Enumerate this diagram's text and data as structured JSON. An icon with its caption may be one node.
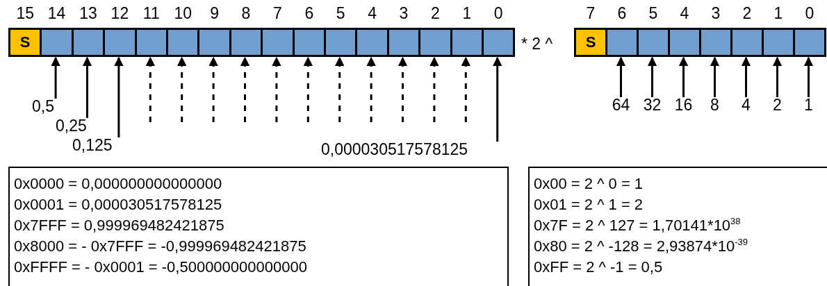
{
  "diagram": {
    "nodes": [
      {
        "text": [
          "S"
        ],
        "beside": [
          "15"
        ]
      },
      {
        "text": [],
        "shape": "box",
        "beside": [
          "14"
        ]
      },
      {
        "text": [],
        "shape": "box",
        "beside": [
          "13"
        ]
      },
      {
        "text": [],
        "shape": "box",
        "beside": [
          "12"
        ]
      },
      {
        "text": [],
        "shape": "box",
        "beside": [
          "11"
        ]
      },
      {
        "text": [],
        "shape": "box",
        "beside": [
          "10"
        ]
      },
      {
        "text": [],
        "shape": "box",
        "beside": [
          "9"
        ]
      },
      {
        "text": [],
        "shape": "box",
        "beside": [
          "8"
        ]
      },
      {
        "text": [],
        "shape": "box",
        "beside": [
          "7"
        ]
      },
      {
        "text": [],
        "shape": "box",
        "beside": [
          "6"
        ]
      },
      {
        "text": [],
        "shape": "box",
        "beside": [
          "5"
        ]
      },
      {
        "text": [],
        "shape": "box",
        "beside": [
          "4"
        ]
      },
      {
        "text": [],
        "shape": "box",
        "beside": [
          "3"
        ]
      },
      {
        "text": [],
        "shape": "box",
        "beside": [
          "2"
        ]
      },
      {
        "text": [],
        "shape": "box",
        "beside": [
          "1"
        ]
      },
      {
        "text": [],
        "shape": "box",
        "beside": [
          "0"
        ]
      },
      {
        "text": [
          "S"
        ],
        "beside": [
          "7"
        ]
      },
      {
        "text": [],
        "shape": "box",
        "beside": [
          "6"
        ]
      },
      {
        "text": [],
        "shape": "box",
        "beside": [
          "5"
        ]
      },
      {
        "text": [],
        "shape": "box",
        "beside": [
          "4"
        ]
      },
      {
        "text": [],
        "shape": "box",
        "beside": [
          "3"
        ]
      },
      {
        "text": [],
        "shape": "box",
        "beside": [
          "2"
        ]
      },
      {
        "text": [],
        "shape": "box",
        "beside": [
          "1"
        ]
      },
      {
        "text": [],
        "shape": "box",
        "beside": [
          "0"
        ]
      },
      {
        "text": [
          "0,5"
        ]
      },
      {
        "text": [
          "0,25"
        ]
      },
      {
        "text": [
          "0,125"
        ]
      },
      {
        "text": [
          "0,000030517578125"
        ]
      },
      {
        "text": [
          "64"
        ]
      },
      {
        "text": [
          "32"
        ]
      },
      {
        "text": [
          "16"
        ]
      },
      {
        "text": [
          "8"
        ]
      },
      {
        "text": [
          "4"
        ]
      },
      {
        "text": [
          "2"
        ]
      },
      {
        "text": [
          "1"
        ]
      },
      {
        "text": [
          "0x0000 = 0,000000000000000",
          "0x0001 = 0,000030517578125",
          "0x7FFF = 0,999969482421875",
          "0x8000 = - 0x7FFF = -0,999969482421875",
          "0xFFFF = - 0x0001 = -0,500000000000000"
        ]
      },
      {
        "text": [
          "0x00 = 2 ^ 0 = 1",
          "0x01 = 2 ^ 1 = 2",
          "0x7F = 2 ^ 127 = 1,70141*10$^{38}$",
          "0x80 = 2 ^ -128 = 2,93874*10$^{-39}$",
          "0xFF = 2 ^ -1 = 0,5"
        ]
      }
    ],
    "edges": [
      {
        "from": 24,
        "to": 1,
        "arrow": "to"
      },
      {
        "from": 25,
        "to": 2,
        "arrow": "to"
      },
      {
        "from": 26,
        "to": 3,
        "arrow": "to"
      },
      {
        "from": null,
        "to": 4,
        "arrow": "to",
        "style": "dashed"
      },
      {
        "from": null,
        "to": 5,
        "arrow": "to",
        "style": "dashed"
      },
      {
        "from": null,
        "to": 6,
        "arrow": "to",
        "style": "dashed"
      },
      {
        "from": null,
        "to": 7,
        "arrow": "to",
        "style": "dashed"
      },
      {
        "from": null,
        "to": 8,
        "arrow": "to",
        "style": "dashed"
      },
      {
        "from": null,
        "to": 9,
        "arrow": "to",
        "style": "dashed"
      },
      {
        "from": null,
        "to": 10,
        "arrow": "to",
        "style": "dashed"
      },
      {
        "from": null,
        "to": 11,
        "arrow": "to",
        "style": "dashed"
      },
      {
        "from": null,
        "to": 12,
        "arrow": "to",
        "style": "dashed"
      },
      {
        "from": null,
        "to": 13,
        "arrow": "to",
        "style": "dashed"
      },
      {
        "from": null,
        "to": 14,
        "arrow": "to",
        "style": "dashed"
      },
      {
        "from": 27,
        "to": 15,
        "arrow": "to"
      },
      {
        "from": 28,
        "to": 17,
        "arrow": "to"
      },
      {
        "from": 29,
        "to": 18,
        "arrow": "to"
      },
      {
        "from": 30,
        "to": 19,
        "arrow": "to"
      },
      {
        "from": 31,
        "to": 20,
        "arrow": "to"
      },
      {
        "from": 32,
        "to": 21,
        "arrow": "to"
      },
      {
        "from": 33,
        "to": 22,
        "arrow": "to"
      },
      {
        "from": 34,
        "to": 23,
        "arrow": "to"
      }
    ],
    "labels": [
      "* 2 ^"
    ]
  }
}
